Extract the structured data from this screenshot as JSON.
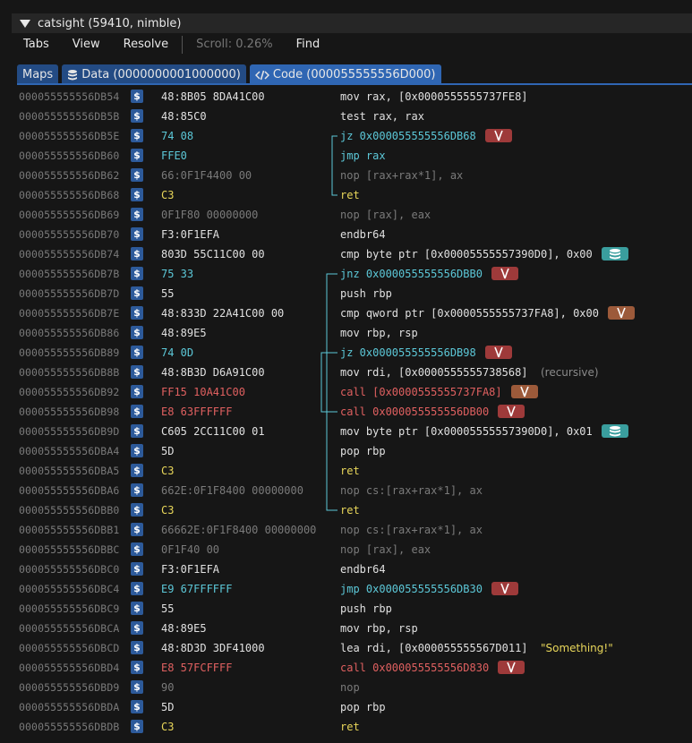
{
  "window": {
    "title": "catsight (59410, nimble)"
  },
  "menu": {
    "tabs": "Tabs",
    "view": "View",
    "resolve": "Resolve",
    "scroll": "Scroll: 0.26%",
    "find": "Find"
  },
  "tabs": [
    {
      "label": "Maps",
      "icon": ""
    },
    {
      "label": "Data (0000000001000000)",
      "icon": "database-icon"
    },
    {
      "label": "Code (000055555556D000)",
      "icon": "code-icon"
    }
  ],
  "rows": [
    {
      "addr": "000055555556DB54",
      "bytes": "48:8B05 8DA41C00",
      "bytes_kind": "norm",
      "instr": "mov rax, [0x0000555555737FE8]",
      "kind": "norm"
    },
    {
      "addr": "000055555556DB5B",
      "bytes": "48:85C0",
      "bytes_kind": "norm",
      "instr": "test rax, rax",
      "kind": "norm"
    },
    {
      "addr": "000055555556DB5E",
      "bytes": "74 08",
      "bytes_kind": "jump",
      "instr": "jz 0x000055555556DB68",
      "kind": "jump",
      "badge": "code"
    },
    {
      "addr": "000055555556DB60",
      "bytes": "FFE0",
      "bytes_kind": "jump",
      "instr": "jmp rax",
      "kind": "jump"
    },
    {
      "addr": "000055555556DB62",
      "bytes": "66:0F1F4400 00",
      "bytes_kind": "dim",
      "instr": "nop [rax+rax*1], ax",
      "kind": "dim"
    },
    {
      "addr": "000055555556DB68",
      "bytes": "C3",
      "bytes_kind": "ret",
      "instr": "ret",
      "kind": "ret"
    },
    {
      "addr": "000055555556DB69",
      "bytes": "0F1F80 00000000",
      "bytes_kind": "dim",
      "instr": "nop [rax], eax",
      "kind": "dim"
    },
    {
      "addr": "000055555556DB70",
      "bytes": "F3:0F1EFA",
      "bytes_kind": "norm",
      "instr": "endbr64",
      "kind": "norm"
    },
    {
      "addr": "000055555556DB74",
      "bytes": "803D 55C11C00 00",
      "bytes_kind": "norm",
      "instr": "cmp byte ptr [0x00005555557390D0], 0x00",
      "kind": "norm",
      "badge": "data"
    },
    {
      "addr": "000055555556DB7B",
      "bytes": "75 33",
      "bytes_kind": "jump",
      "instr": "jnz 0x000055555556DBB0",
      "kind": "jump",
      "badge": "code"
    },
    {
      "addr": "000055555556DB7D",
      "bytes": "55",
      "bytes_kind": "norm",
      "instr": "push rbp",
      "kind": "norm"
    },
    {
      "addr": "000055555556DB7E",
      "bytes": "48:833D 22A41C00 00",
      "bytes_kind": "norm",
      "instr": "cmp qword ptr [0x0000555555737FA8], 0x00",
      "kind": "norm",
      "badge": "codeb"
    },
    {
      "addr": "000055555556DB86",
      "bytes": "48:89E5",
      "bytes_kind": "norm",
      "instr": "mov rbp, rsp",
      "kind": "norm"
    },
    {
      "addr": "000055555556DB89",
      "bytes": "74 0D",
      "bytes_kind": "jump",
      "instr": "jz 0x000055555556DB98",
      "kind": "jump",
      "badge": "code"
    },
    {
      "addr": "000055555556DB8B",
      "bytes": "48:8B3D D6A91C00",
      "bytes_kind": "norm",
      "instr": "mov rdi, [0x0000555555738568]",
      "kind": "norm",
      "note": "(recursive)"
    },
    {
      "addr": "000055555556DB92",
      "bytes": "FF15 10A41C00",
      "bytes_kind": "call",
      "instr": "call [0x0000555555737FA8]",
      "kind": "call",
      "badge": "codeb"
    },
    {
      "addr": "000055555556DB98",
      "bytes": "E8 63FFFFFF",
      "bytes_kind": "call",
      "instr": "call 0x000055555556DB00",
      "kind": "call",
      "badge": "code"
    },
    {
      "addr": "000055555556DB9D",
      "bytes": "C605 2CC11C00 01",
      "bytes_kind": "norm",
      "instr": "mov byte ptr [0x00005555557390D0], 0x01",
      "kind": "norm",
      "badge": "data"
    },
    {
      "addr": "000055555556DBA4",
      "bytes": "5D",
      "bytes_kind": "norm",
      "instr": "pop rbp",
      "kind": "norm"
    },
    {
      "addr": "000055555556DBA5",
      "bytes": "C3",
      "bytes_kind": "ret",
      "instr": "ret",
      "kind": "ret"
    },
    {
      "addr": "000055555556DBA6",
      "bytes": "662E:0F1F8400 00000000",
      "bytes_kind": "dim",
      "instr": "nop cs:[rax+rax*1], ax",
      "kind": "dim"
    },
    {
      "addr": "000055555556DBB0",
      "bytes": "C3",
      "bytes_kind": "ret",
      "instr": "ret",
      "kind": "ret"
    },
    {
      "addr": "000055555556DBB1",
      "bytes": "66662E:0F1F8400 00000000",
      "bytes_kind": "dim",
      "instr": "nop cs:[rax+rax*1], ax",
      "kind": "dim"
    },
    {
      "addr": "000055555556DBBC",
      "bytes": "0F1F40 00",
      "bytes_kind": "dim",
      "instr": "nop [rax], eax",
      "kind": "dim"
    },
    {
      "addr": "000055555556DBC0",
      "bytes": "F3:0F1EFA",
      "bytes_kind": "norm",
      "instr": "endbr64",
      "kind": "norm"
    },
    {
      "addr": "000055555556DBC4",
      "bytes": "E9 67FFFFFF",
      "bytes_kind": "jump",
      "instr": "jmp 0x000055555556DB30",
      "kind": "jump",
      "badge": "code"
    },
    {
      "addr": "000055555556DBC9",
      "bytes": "55",
      "bytes_kind": "norm",
      "instr": "push rbp",
      "kind": "norm"
    },
    {
      "addr": "000055555556DBCA",
      "bytes": "48:89E5",
      "bytes_kind": "norm",
      "instr": "mov rbp, rsp",
      "kind": "norm"
    },
    {
      "addr": "000055555556DBCD",
      "bytes": "48:8D3D 3DF41000",
      "bytes_kind": "norm",
      "instr": "lea rdi, [0x000055555567D011]",
      "kind": "norm",
      "string": "\"Something!\""
    },
    {
      "addr": "000055555556DBD4",
      "bytes": "E8 57FCFFFF",
      "bytes_kind": "call",
      "instr": "call 0x000055555556D830",
      "kind": "call",
      "badge": "code"
    },
    {
      "addr": "000055555556DBD9",
      "bytes": "90",
      "bytes_kind": "dim",
      "instr": "nop",
      "kind": "dim"
    },
    {
      "addr": "000055555556DBDA",
      "bytes": "5D",
      "bytes_kind": "norm",
      "instr": "pop rbp",
      "kind": "norm"
    },
    {
      "addr": "000055555556DBDB",
      "bytes": "C3",
      "bytes_kind": "ret",
      "instr": "ret",
      "kind": "ret"
    }
  ],
  "dollar_label": "$",
  "colors": {
    "accent": "#2f66b3",
    "jump": "#5cc8d8",
    "call": "#e06060",
    "ret": "#e8d65a",
    "badge_code": "#9e3a3a",
    "badge_data": "#3a9e9e"
  }
}
